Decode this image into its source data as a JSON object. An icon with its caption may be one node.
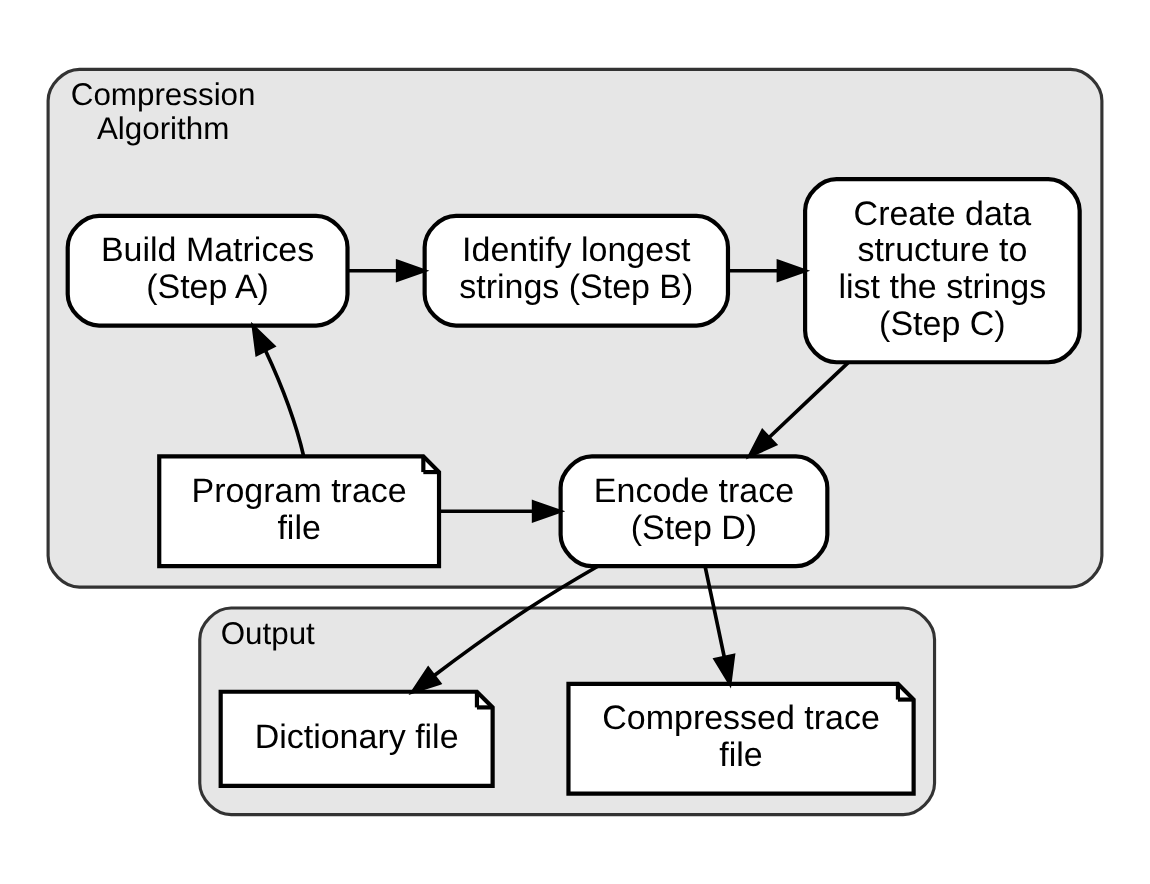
{
  "diagram": {
    "nodes": [
      {
        "text": [
          "Compression Algorithm"
        ]
      },
      {
        "text": [
          "Build Matrices (Step A)"
        ],
        "in": 0
      },
      {
        "text": [
          "Identify longest strings (Step B)"
        ],
        "in": 0
      },
      {
        "text": [
          "Create data structure to list the strings (Step C)"
        ],
        "in": 0
      },
      {
        "text": [
          "Program trace file"
        ],
        "in": 0
      },
      {
        "text": [
          "Encode trace (Step D)"
        ],
        "in": 0
      },
      {
        "text": [
          "Output"
        ]
      },
      {
        "text": [
          "Compressed trace file"
        ],
        "in": 6
      },
      {
        "text": [
          "Dictionary file"
        ],
        "in": 6
      }
    ],
    "edges": [
      {
        "from": 4,
        "to": 1,
        "arrow": "to"
      },
      {
        "from": 1,
        "to": 2,
        "arrow": "to"
      },
      {
        "from": 2,
        "to": 3,
        "arrow": "to"
      },
      {
        "from": 4,
        "to": 5,
        "arrow": "to"
      },
      {
        "from": 3,
        "to": 5,
        "arrow": "to"
      },
      {
        "from": 5,
        "to": 7,
        "arrow": "to"
      },
      {
        "from": 5,
        "to": 8,
        "arrow": "to"
      }
    ]
  }
}
